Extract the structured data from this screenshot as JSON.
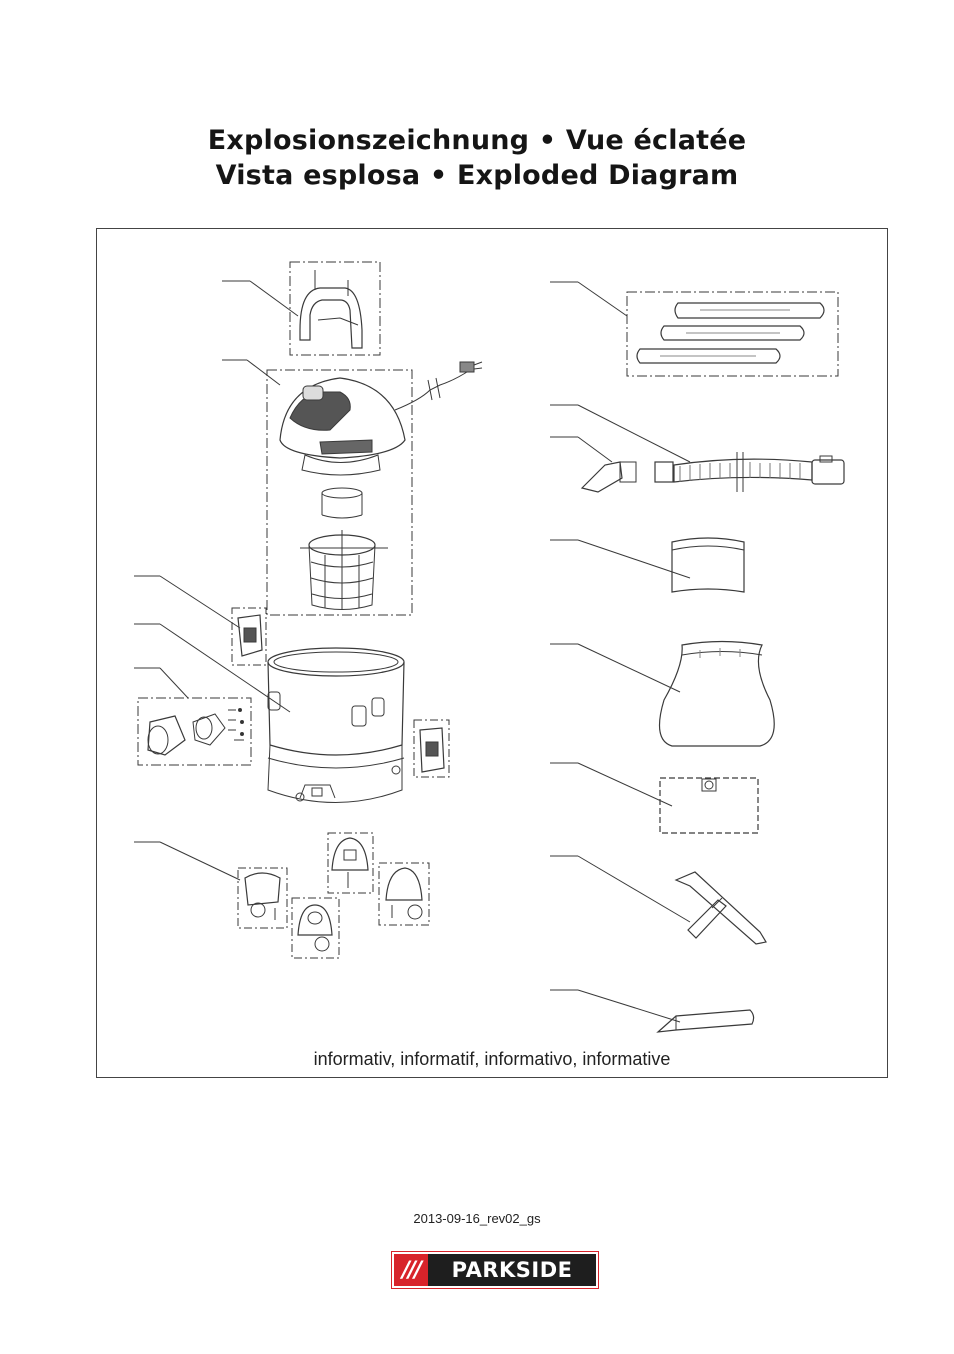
{
  "header": {
    "title_line1": "Explosionszeichnung • Vue éclatée",
    "title_line2": "Vista esplosa • Exploded Diagram"
  },
  "diagram": {
    "caption": "informativ, informatif, informativo, informative",
    "parts": [
      "carry-handle",
      "motor-head",
      "filter-foam",
      "filter-cage",
      "float-valve",
      "container",
      "blow-outlet",
      "clip-latch",
      "castor-wheels",
      "extension-tubes",
      "suction-hose",
      "foam-filter-sleeve",
      "dust-bag-cloth",
      "paper-filter-bag",
      "floor-nozzle",
      "crevice-nozzle"
    ]
  },
  "footer": {
    "revision": "2013-09-16_rev02_gs"
  },
  "brand": {
    "slashes": "///",
    "name": "PARKSIDE",
    "colors": {
      "red": "#d8232a",
      "dark": "#1e1e1e"
    }
  }
}
